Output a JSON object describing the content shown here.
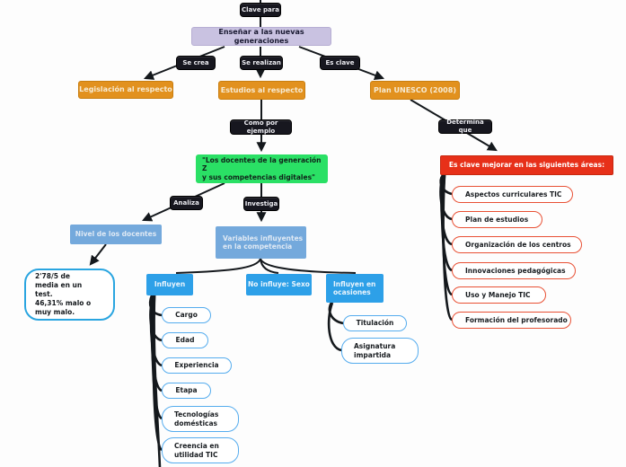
{
  "nodes": {
    "clave_para": "Clave para",
    "ensenar": "Enseñar a las nuevas generaciones",
    "se_crea": "Se crea",
    "se_realizan": "Se realizan",
    "es_clave": "Es clave",
    "legislacion": "Legislación al respecto",
    "estudios": "Estudios al respecto",
    "plan_unesco": "Plan UNESCO (2008)",
    "como_por_ejemplo": "Como por ejemplo",
    "determina_que": "Determina que",
    "tema_central": "\"Los docentes de la generación Z\ny sus competencias digitales\"",
    "mejorar_areas": "Es clave mejorar en las siguientes áreas:",
    "analiza": "Analiza",
    "investiga": "Investiga",
    "nivel_docentes": "Nivel de los docentes",
    "variables": "Variables influyentes\nen la competencia",
    "resultado_test": "2'78/5 de\nmedia en un\ntest.\n46,31% malo o\nmuy malo.",
    "influyen": "Influyen",
    "no_influye": "No influye: Sexo",
    "influyen_ocasiones": "Influyen en\nocasiones"
  },
  "factores_influyen": [
    "Cargo",
    "Edad",
    "Experiencia",
    "Etapa",
    "Tecnologías\ndomésticas",
    "Creencia en\nutilidad TIC"
  ],
  "factores_ocasionales": [
    "Titulación",
    "Asignatura\nimpartida"
  ],
  "areas_mejora": [
    "Aspectos curriculares TIC",
    "Plan de estudios",
    "Organización de los centros",
    "Innovaciones pedagógicas",
    "Uso y Manejo TIC",
    "Formación del profesorado"
  ],
  "colors": {
    "connector": "#14181c",
    "node_black": "#17171f",
    "node_lavender": "#c9c2e1",
    "node_orange": "#e2911e",
    "node_green": "#2ae065",
    "node_red": "#e73019",
    "node_blue_muted": "#74a9dc",
    "node_blue_vivid": "#2da0e8",
    "pill_border_blue": "#55acee",
    "pill_border_red": "#e85034",
    "stats_border_blue": "#2aa5e0"
  }
}
